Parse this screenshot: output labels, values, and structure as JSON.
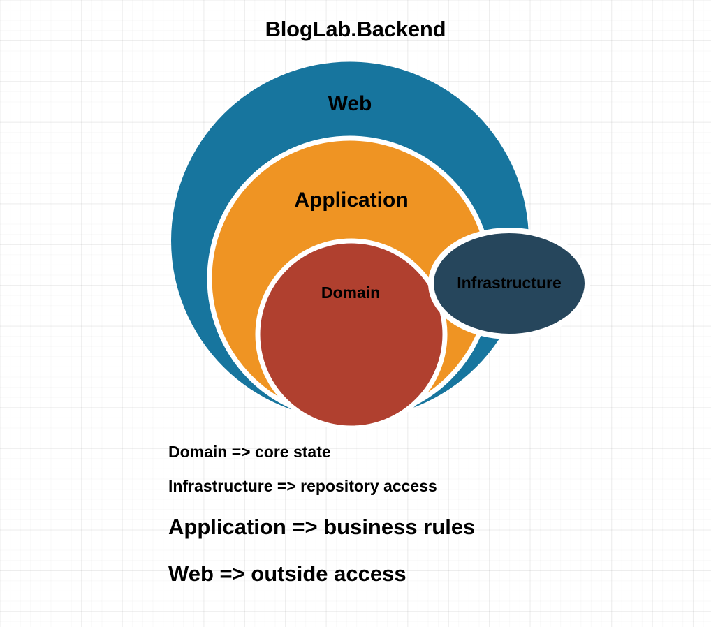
{
  "diagram": {
    "title": "BlogLab.Backend",
    "type": "concentric-layer-diagram",
    "layers": [
      {
        "key": "web",
        "label": "Web",
        "color": "#17759e",
        "shape": "circle"
      },
      {
        "key": "application",
        "label": "Application",
        "color": "#ef9423",
        "shape": "circle"
      },
      {
        "key": "domain",
        "label": "Domain",
        "color": "#b0402f",
        "shape": "circle"
      },
      {
        "key": "infrastructure",
        "label": "Infrastructure",
        "color": "#26465c",
        "shape": "ellipse"
      }
    ],
    "ring_stroke_color": "#ffffff",
    "background_color": "#ffffff",
    "grid_color": "#e8e8e8",
    "text_color": "#000000"
  },
  "legend": {
    "lines": [
      {
        "text": "Domain => core state",
        "size": "small"
      },
      {
        "text": "Infrastructure => repository access",
        "size": "small"
      },
      {
        "text": "Application => business rules",
        "size": "large"
      },
      {
        "text": "Web => outside access",
        "size": "large"
      }
    ]
  }
}
